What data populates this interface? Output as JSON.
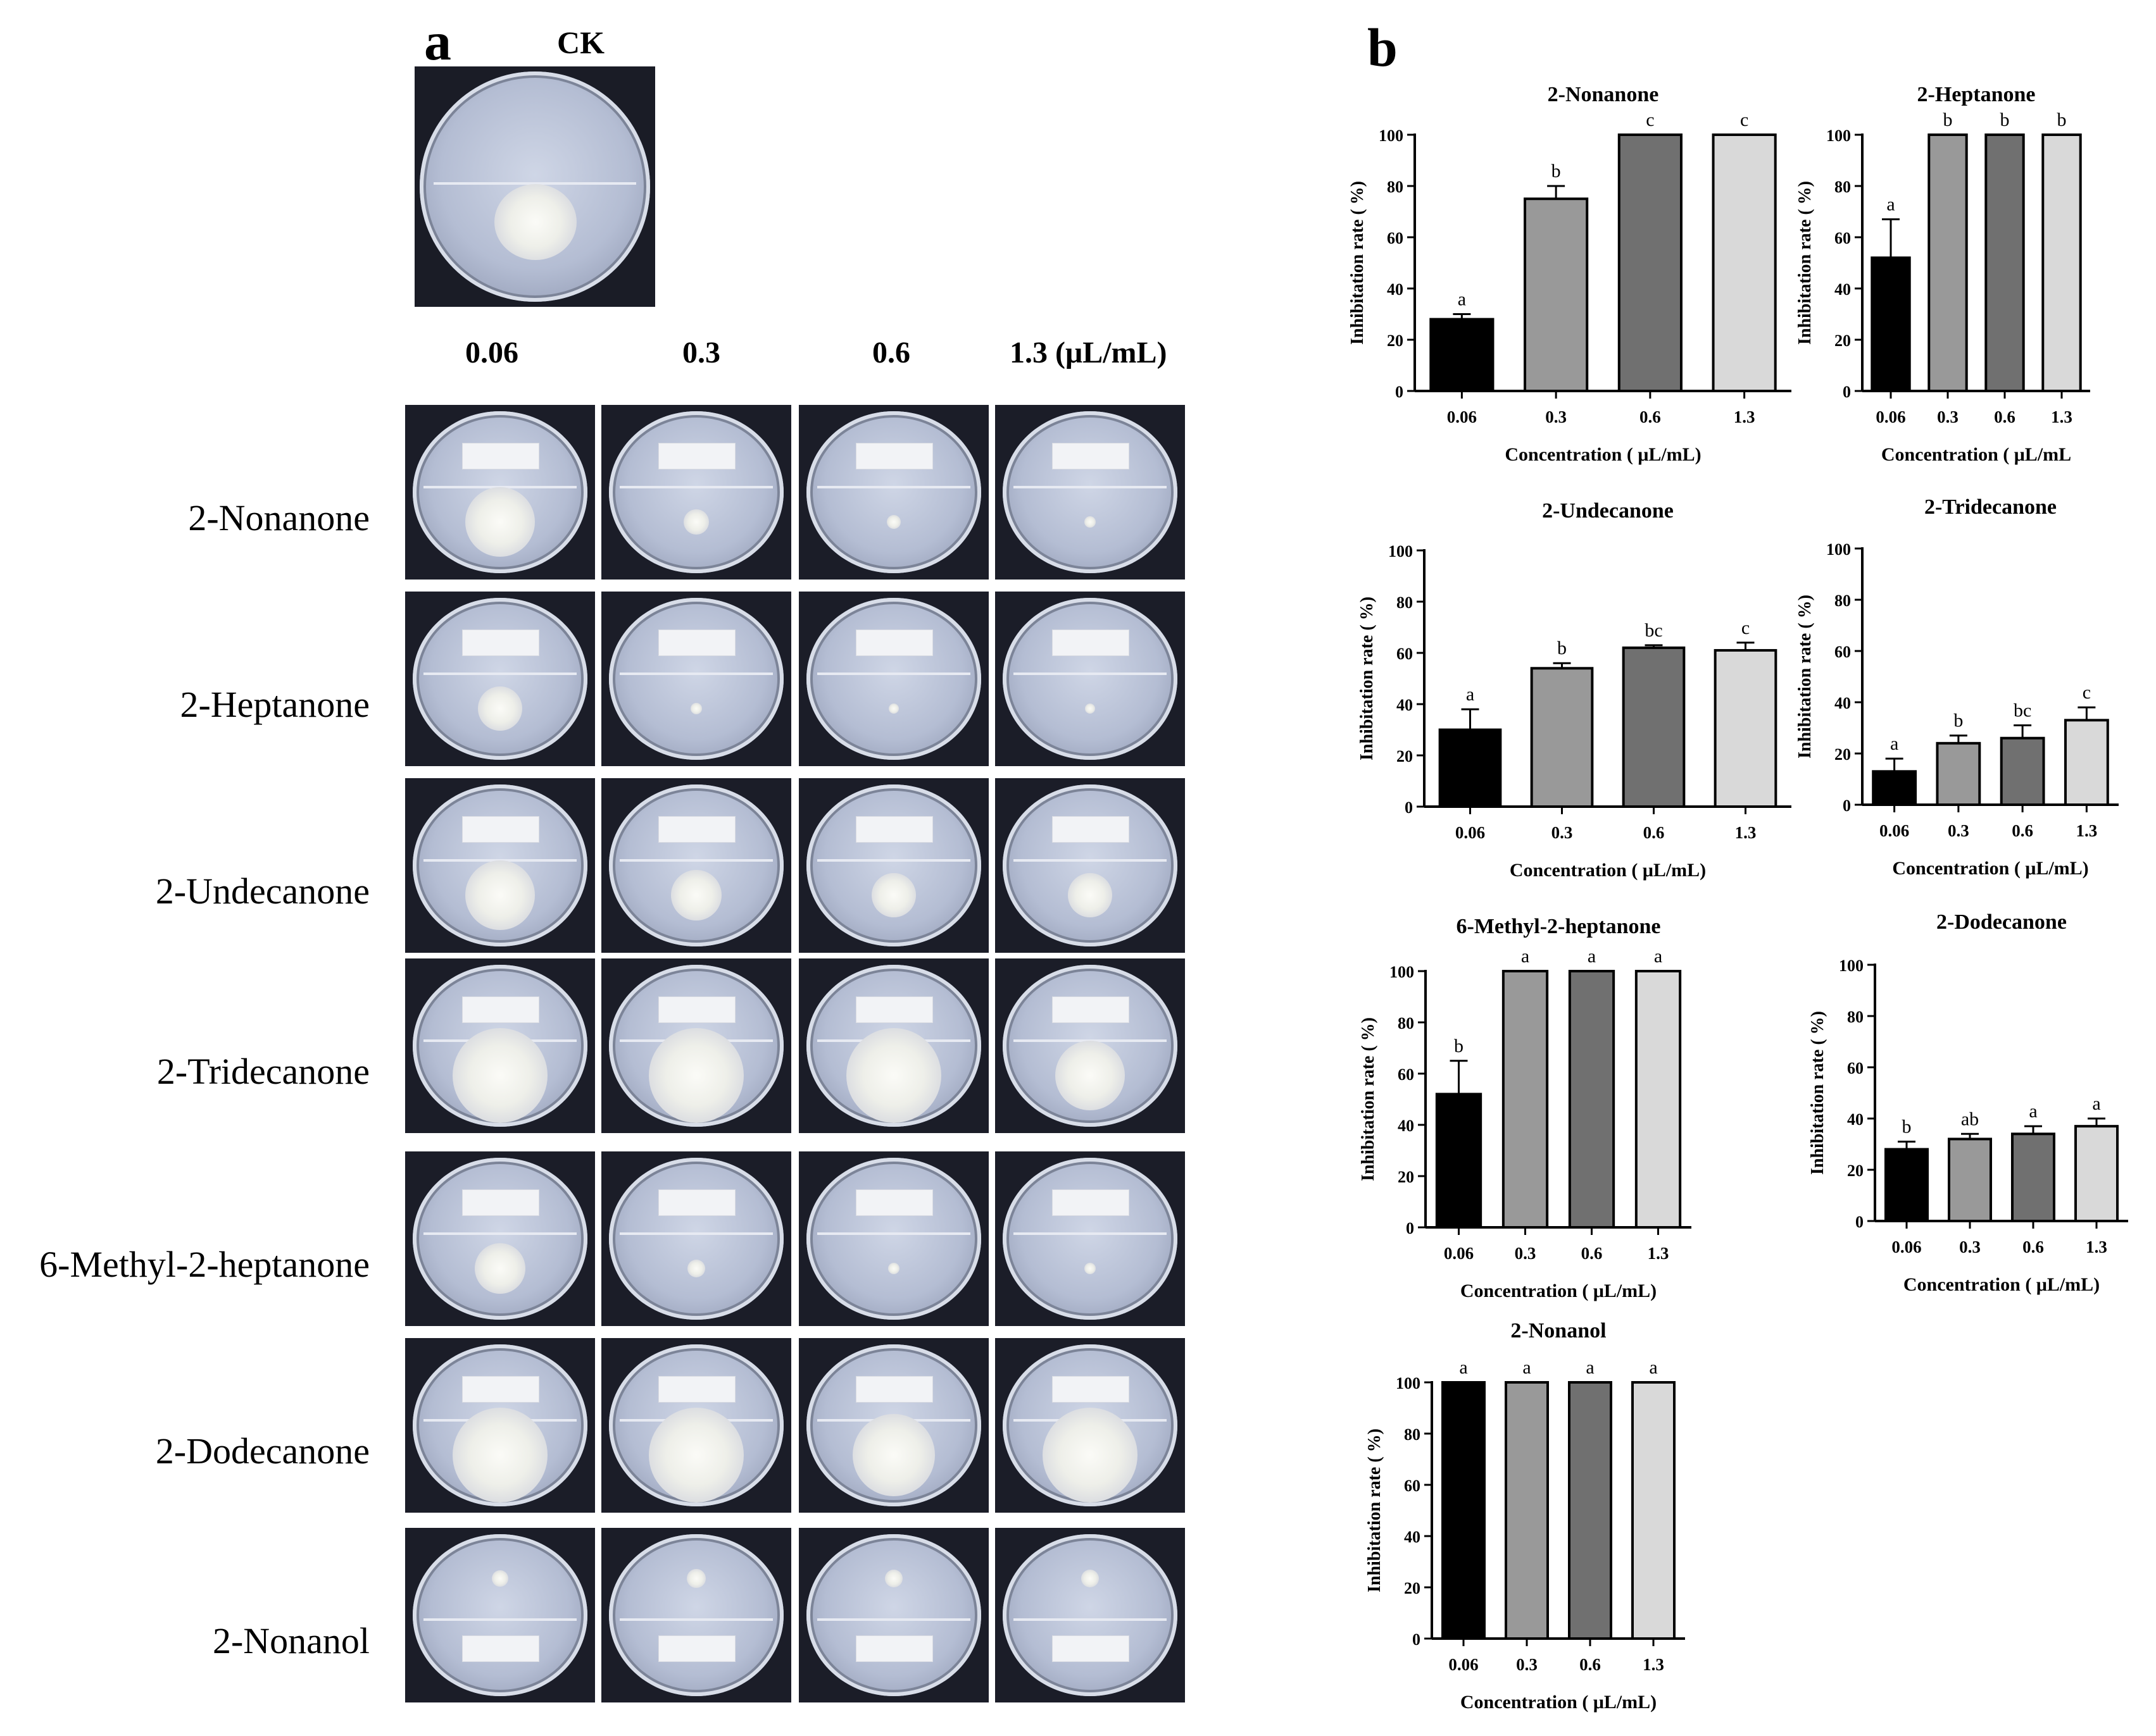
{
  "panel_a": {
    "letter": "a",
    "ck_label": "CK",
    "concentrations": [
      "0.06",
      "0.3",
      "0.6",
      "1.3 (μL/mL)"
    ],
    "compounds": [
      "2-Nonanone",
      "2-Heptanone",
      "2-Undecanone",
      "2-Tridecanone",
      "6-Methyl-2-heptanone",
      "2-Dodecanone",
      "2-Nonanol"
    ]
  },
  "panel_b": {
    "letter": "b"
  },
  "chart_data": [
    {
      "type": "bar",
      "title": "2-Nonanone",
      "xlabel": "Concentration ( μL/mL)",
      "ylabel": "Inhibitation rate ( %)",
      "categories": [
        "0.06",
        "0.3",
        "0.6",
        "1.3"
      ],
      "values": [
        28,
        75,
        100,
        100
      ],
      "errors": [
        2,
        5,
        0,
        0
      ],
      "letters": [
        "a",
        "b",
        "c",
        "c"
      ],
      "ylim": [
        0,
        100
      ],
      "yticks": [
        "0",
        "20",
        "40",
        "60",
        "80",
        "100"
      ],
      "colors": [
        "#000000",
        "#999999",
        "#707070",
        "#d9d9d9"
      ]
    },
    {
      "type": "bar",
      "title": "2-Heptanone",
      "xlabel": "Concentration ( μL/mL",
      "ylabel": "Inhibitation rate ( %)",
      "categories": [
        "0.06",
        "0.3",
        "0.6",
        "1.3"
      ],
      "values": [
        52,
        100,
        100,
        100
      ],
      "errors": [
        15,
        0,
        0,
        0
      ],
      "letters": [
        "a",
        "b",
        "b",
        "b"
      ],
      "ylim": [
        0,
        100
      ],
      "yticks": [
        "0",
        "20",
        "40",
        "60",
        "80",
        "100"
      ],
      "colors": [
        "#000000",
        "#999999",
        "#707070",
        "#d9d9d9"
      ]
    },
    {
      "type": "bar",
      "title": "2-Undecanone",
      "xlabel": "Concentration ( μL/mL)",
      "ylabel": "Inhibitation rate ( %)",
      "categories": [
        "0.06",
        "0.3",
        "0.6",
        "1.3"
      ],
      "values": [
        30,
        54,
        62,
        61
      ],
      "errors": [
        8,
        2,
        1,
        3
      ],
      "letters": [
        "a",
        "b",
        "bc",
        "c"
      ],
      "ylim": [
        0,
        100
      ],
      "yticks": [
        "0",
        "20",
        "40",
        "60",
        "80",
        "100"
      ],
      "colors": [
        "#000000",
        "#999999",
        "#707070",
        "#d9d9d9"
      ]
    },
    {
      "type": "bar",
      "title": "2-Tridecanone",
      "xlabel": "Concentration ( μL/mL)",
      "ylabel": "Inhibitation rate ( %)",
      "categories": [
        "0.06",
        "0.3",
        "0.6",
        "1.3"
      ],
      "values": [
        13,
        24,
        26,
        33
      ],
      "errors": [
        5,
        3,
        5,
        5
      ],
      "letters": [
        "a",
        "b",
        "bc",
        "c"
      ],
      "ylim": [
        0,
        100
      ],
      "yticks": [
        "0",
        "20",
        "40",
        "60",
        "80",
        "100"
      ],
      "colors": [
        "#000000",
        "#999999",
        "#707070",
        "#d9d9d9"
      ]
    },
    {
      "type": "bar",
      "title": "6-Methyl-2-heptanone",
      "xlabel": "Concentration ( μL/mL)",
      "ylabel": "Inhibitation rate ( %)",
      "categories": [
        "0.06",
        "0.3",
        "0.6",
        "1.3"
      ],
      "values": [
        52,
        100,
        100,
        100
      ],
      "errors": [
        13,
        0,
        0,
        0
      ],
      "letters": [
        "b",
        "a",
        "a",
        "a"
      ],
      "ylim": [
        0,
        100
      ],
      "yticks": [
        "0",
        "20",
        "40",
        "60",
        "80",
        "100"
      ],
      "colors": [
        "#000000",
        "#999999",
        "#707070",
        "#d9d9d9"
      ]
    },
    {
      "type": "bar",
      "title": "2-Dodecanone",
      "xlabel": "Concentration ( μL/mL)",
      "ylabel": "Inhibitation rate ( %)",
      "categories": [
        "0.06",
        "0.3",
        "0.6",
        "1.3"
      ],
      "values": [
        28,
        32,
        34,
        37
      ],
      "errors": [
        3,
        2,
        3,
        3
      ],
      "letters": [
        "b",
        "ab",
        "a",
        "a"
      ],
      "ylim": [
        0,
        100
      ],
      "yticks": [
        "0",
        "20",
        "40",
        "60",
        "80",
        "100"
      ],
      "colors": [
        "#000000",
        "#999999",
        "#707070",
        "#d9d9d9"
      ]
    },
    {
      "type": "bar",
      "title": "2-Nonanol",
      "xlabel": "Concentration ( μL/mL)",
      "ylabel": "Inhibitation rate ( %)",
      "categories": [
        "0.06",
        "0.3",
        "0.6",
        "1.3"
      ],
      "values": [
        100,
        100,
        100,
        100
      ],
      "errors": [
        0,
        0,
        0,
        0
      ],
      "letters": [
        "a",
        "a",
        "a",
        "a"
      ],
      "ylim": [
        0,
        100
      ],
      "yticks": [
        "0",
        "20",
        "40",
        "60",
        "80",
        "100"
      ],
      "colors": [
        "#000000",
        "#999999",
        "#707070",
        "#d9d9d9"
      ]
    }
  ]
}
